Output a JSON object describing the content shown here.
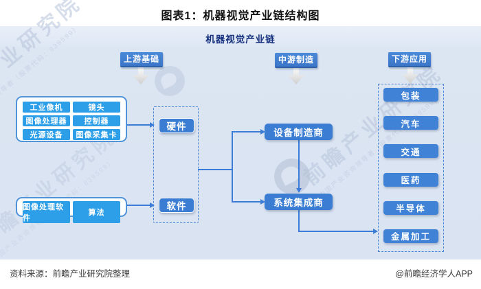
{
  "page": {
    "title": "图表1：机器视觉产业链结构图",
    "footer": {
      "source": "资料来源：前瞻产业研究院整理",
      "credit": "@前瞻经济学人APP"
    }
  },
  "diagram": {
    "panel_title": "机器视觉产业链",
    "stages": {
      "upstream": "上游基础",
      "midstream": "中游制造",
      "downstream": "下游应用"
    },
    "hardware_components": [
      "工业像机",
      "镜头",
      "图像处理器",
      "控制器",
      "光源设备",
      "图像采集卡"
    ],
    "software_components": [
      "图像处理软件",
      "算法"
    ],
    "hardware_label": "硬件",
    "software_label": "软件",
    "equipment_manufacturer": "设备制造商",
    "system_integrator": "系统集成商",
    "applications": [
      "包装",
      "汽车",
      "交通",
      "医药",
      "半导体",
      "金属加工"
    ],
    "watermark": {
      "brand": "前瞻产业研究院",
      "tagline": "中国产业咨询领导者（股票代码：839599）"
    },
    "colors": {
      "panel_bg": "#dbe5f2",
      "sky_blue": "#2d9fe8",
      "royal_blue": "#3a7dd2",
      "line_blue": "#3a7cd8",
      "navy_title": "#16307f"
    }
  }
}
